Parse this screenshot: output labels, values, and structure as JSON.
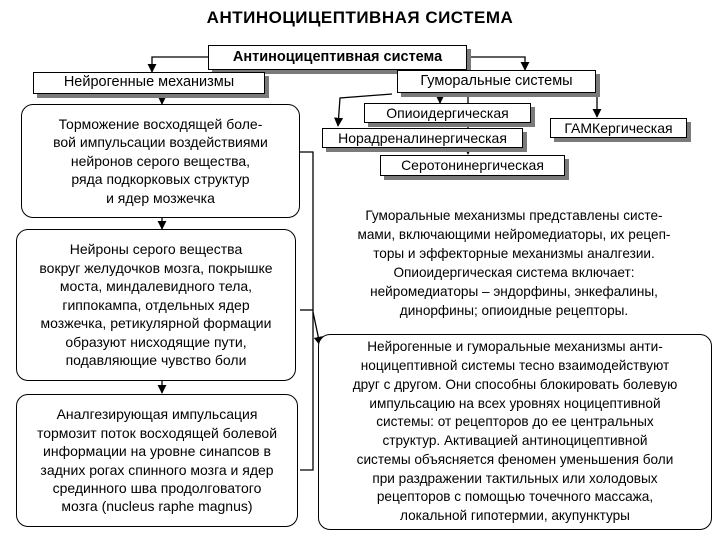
{
  "title": "АНТИНОЦИЦЕПТИВНАЯ СИСТЕМА",
  "root": "Антиноцицептивная система",
  "branches": {
    "neurogenic": "Нейрогенные механизмы",
    "humoral": "Гуморальные системы"
  },
  "neurogenic_items": [
    "Торможение восходящей боле-\nвой импульсации воздействиями\nнейронов серого вещества,\nряда подкорковых структур\nи ядер мозжечка",
    "Нейроны серого вещества\nвокруг желудочков мозга, покрышке\nмоста, миндалевидного тела,\nгиппокампа, отдельных ядер\nмозжечка, ретикулярной формации\nобразуют нисходящие пути,\nподавляющие чувство боли",
    "Аналгезирующая импульсация\nтормозит поток восходящей болевой\nинформации на уровне синапсов в\nзадних рогах спинного мозга и ядер\nсрединного шва продолговатого\nмозга (nucleus raphe magnus)"
  ],
  "humoral_systems": {
    "opioid": "Опиоидергическая",
    "noradrenergic": "Норадреналинергическая",
    "gaba": "ГАМКергическая",
    "serotonergic": "Серотонинергическая"
  },
  "humoral_description": "Гуморальные механизмы представлены систе-\nмами, включающими нейромедиаторы, их рецеп-\nторы и эффекторные механизмы аналгезии.\nОпиоидергическая система включает:\nнейромедиаторы – эндорфины, энкефалины,\nдинорфины; опиоидные рецепторы.",
  "interaction_text": "Нейрогенные и гуморальные механизмы анти-\nноцицептивной системы тесно взаимодействуют\nдруг с другом. Они способны блокировать болевую\nимпульсацию на всех уровнях ноцицептивной\nсистемы: от рецепторов до ее центральных\nструктур. Активацией антиноцицептивной\nсистемы объясняется феномен уменьшения боли\nпри раздражении тактильных или холодовых\nрецепторов с помощью точечного массажа,\nлокальной гипотермии, акупунктуры"
}
